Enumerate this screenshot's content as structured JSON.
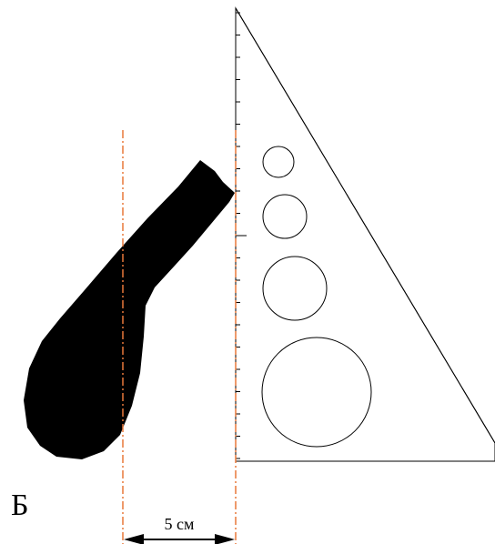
{
  "figure": {
    "panel_letter": "Б",
    "scale_label": "5 см",
    "colors": {
      "ink": "#000000",
      "guide": "#e8783a",
      "background": "#ffffff"
    },
    "icons": [
      "bone-silhouette",
      "ruler-triangle",
      "circle-templates",
      "scale-arrow"
    ]
  }
}
